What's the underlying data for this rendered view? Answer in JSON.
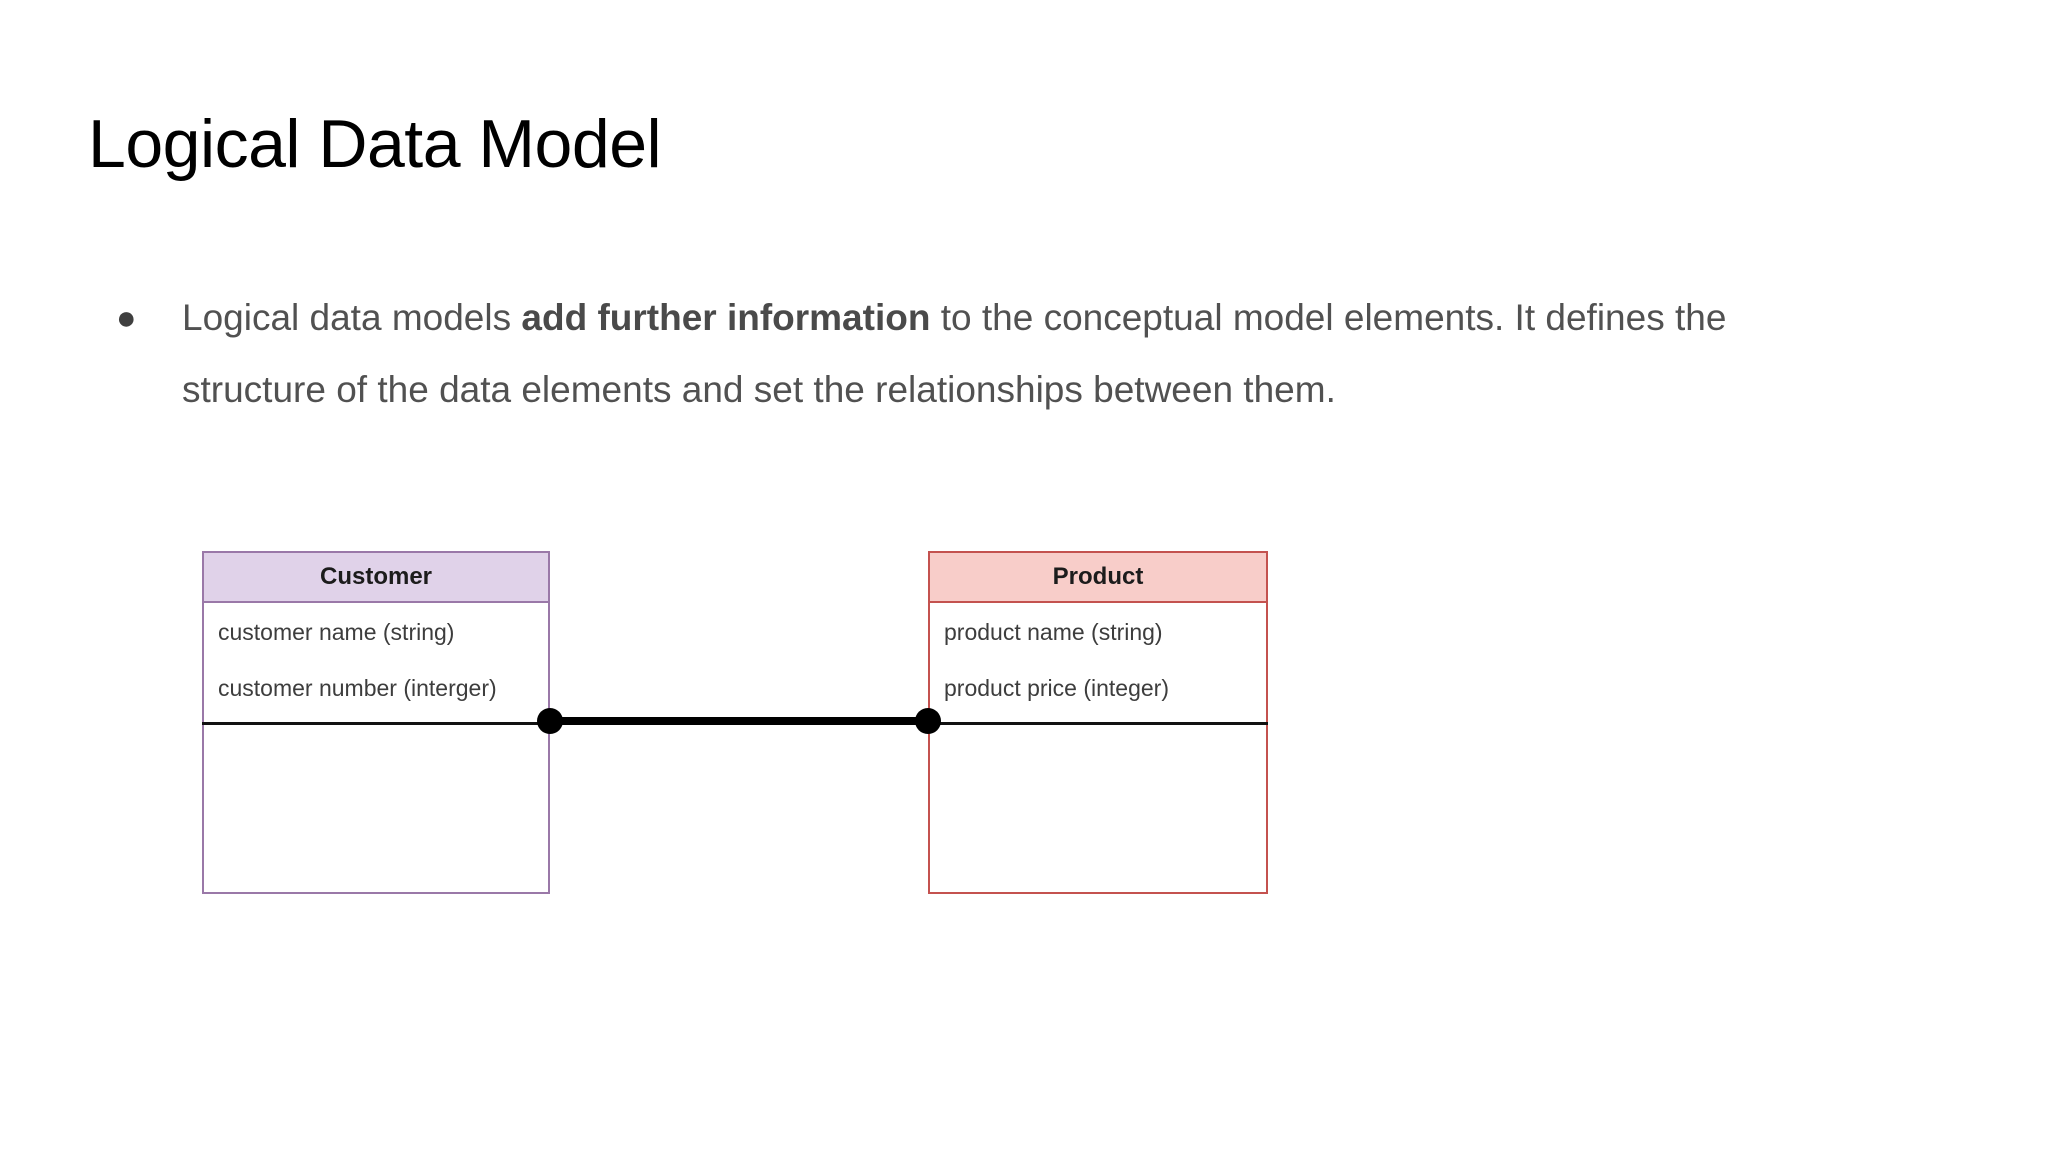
{
  "slide": {
    "title": "Logical Data Model",
    "background_color": "#ffffff"
  },
  "body": {
    "bullets": [
      {
        "marker": "●",
        "segments": [
          {
            "text": "Logical data models ",
            "bold": false
          },
          {
            "text": "add further information",
            "bold": true
          },
          {
            "text": " to the conceptual model elements. It defines the structure of the data elements and set the relationships between them.",
            "bold": false
          }
        ],
        "plain_text": "Logical data models add further information to the conceptual model elements. It defines the structure of the data elements and set the relationships between them."
      }
    ]
  },
  "diagram": {
    "type": "entity-relationship",
    "entities": [
      {
        "id": "customer",
        "name": "Customer",
        "header_color": "#e0d2e9",
        "border_color": "#9a78a8",
        "attributes": [
          "customer name (string)",
          "customer number (interger)"
        ]
      },
      {
        "id": "product",
        "name": "Product",
        "header_color": "#f8cdc9",
        "border_color": "#c4524f",
        "attributes": [
          "product name (string)",
          "product price (integer)"
        ]
      }
    ],
    "relationship": {
      "from": "customer",
      "to": "product",
      "line_color": "#000000",
      "endpoint_marker": "filled-circle"
    }
  }
}
